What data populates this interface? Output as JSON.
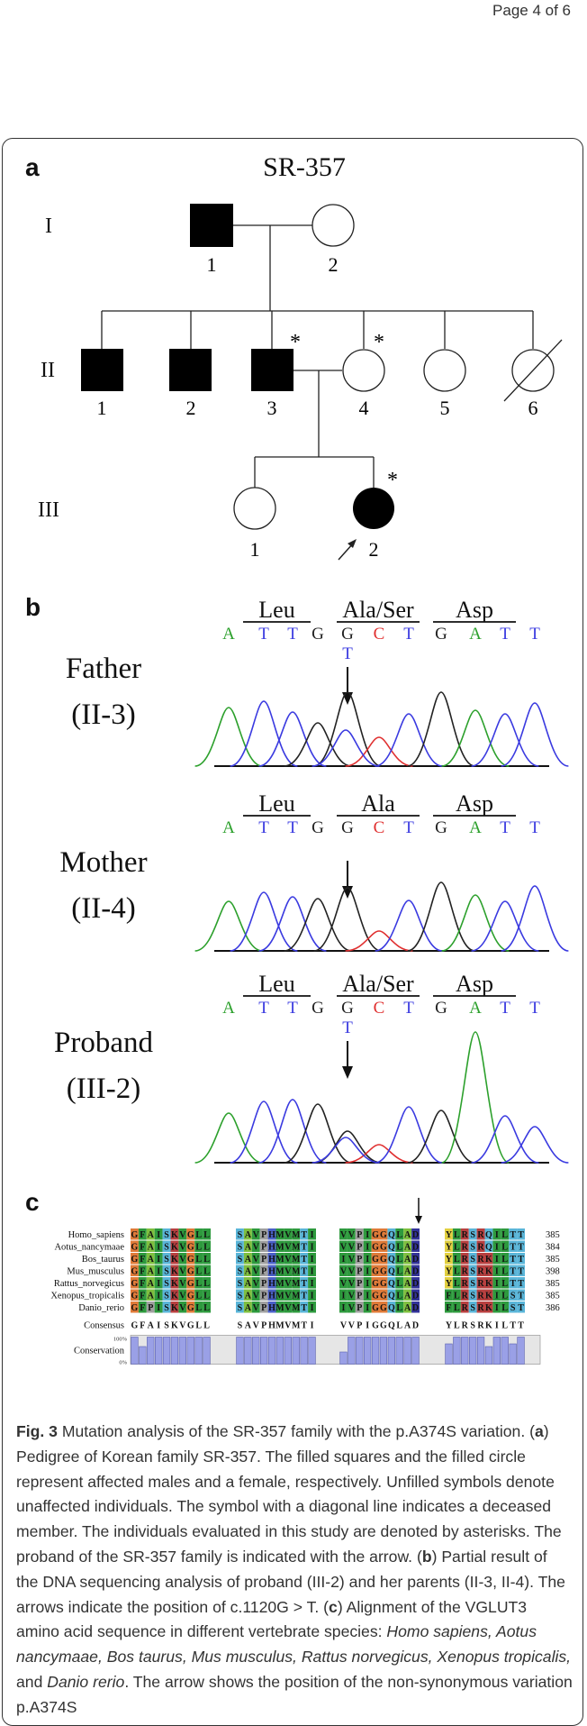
{
  "page_label": "Page 4 of 6",
  "panels": {
    "a": "a",
    "b": "b",
    "c": "c"
  },
  "pedigree": {
    "title": "SR-357",
    "gen_labels": [
      "I",
      "II",
      "III"
    ],
    "gen1": [
      "1",
      "2"
    ],
    "gen2": [
      "1",
      "2",
      "3",
      "4",
      "5",
      "6"
    ],
    "gen3": [
      "1",
      "2"
    ],
    "asterisk": "*"
  },
  "sequencing": {
    "traces": [
      {
        "name_line1": "Father",
        "name_line2": "(II-3)",
        "codons": [
          "Leu",
          "Ala/Ser",
          "Asp"
        ],
        "bases": [
          "A",
          "T",
          "T",
          "G",
          "G",
          "C",
          "T",
          "G",
          "A",
          "T",
          "T"
        ],
        "variant_base": "T"
      },
      {
        "name_line1": "Mother",
        "name_line2": "(II-4)",
        "codons": [
          "Leu",
          "Ala",
          "Asp"
        ],
        "bases": [
          "A",
          "T",
          "T",
          "G",
          "G",
          "C",
          "T",
          "G",
          "A",
          "T",
          "T"
        ],
        "variant_base": ""
      },
      {
        "name_line1": "Proband",
        "name_line2": "(III-2)",
        "codons": [
          "Leu",
          "Ala/Ser",
          "Asp"
        ],
        "bases": [
          "A",
          "T",
          "T",
          "G",
          "G",
          "C",
          "T",
          "G",
          "A",
          "T",
          "T"
        ],
        "variant_base": "T"
      }
    ],
    "base_colors": {
      "A": "#2ca02c",
      "T": "#3a3ae0",
      "G": "#222222",
      "C": "#e03030"
    }
  },
  "alignment": {
    "species": [
      "Homo_sapiens",
      "Aotus_nancymaae",
      "Bos_taurus",
      "Mus_musculus",
      "Rattus_norvegicus",
      "Xenopus_tropicalis",
      "Danio_rerio"
    ],
    "blocks": [
      [
        "GFAISKVGLL",
        "GFAISKVGLL",
        "GFAISKVGLL",
        "GFAISKVGLL",
        "GFAISKVGLL",
        "GFAISKVGLL",
        "GFPISKVGLL"
      ],
      [
        "SAVPHMVMTI",
        "SAVPHMVMTI",
        "SAVPHMVMTI",
        "SAVPHMVMTI",
        "SAVPHMVMTI",
        "SAVPHMVMTI",
        "SAVPHMVMTI"
      ],
      [
        "VVPIGGQLAD",
        "VVPIGGQLAD",
        "IVPIGGQLAD",
        "VVPIGGQLAD",
        "VVPIGGQLAD",
        "IVPIGGQLAD",
        "IVPIGGQLAD"
      ],
      [
        "YLRSRQILTT",
        "YLRSRQILTT",
        "YLRSRKILTT",
        "YLRSRKILTT",
        "YLRSRKILTT",
        "FLRSRKILST",
        "FLRSRKILST"
      ]
    ],
    "numbers": [
      "385",
      "384",
      "385",
      "398",
      "385",
      "385",
      "386"
    ],
    "consensus_label": "Consensus",
    "consensus": [
      "GFAISKVGLL",
      "SAVPHMVMTI",
      "VVPIGGQLAD",
      "YLRSRKILTT"
    ],
    "conservation_label": "Conservation",
    "conservation_max": "100%",
    "conservation_min": "0%",
    "conservation": [
      [
        1.0,
        0.65,
        1.0,
        1.0,
        1.0,
        1.0,
        1.0,
        1.0,
        1.0,
        1.0
      ],
      [
        1.0,
        1.0,
        1.0,
        1.0,
        1.0,
        1.0,
        1.0,
        1.0,
        1.0,
        1.0
      ],
      [
        0.45,
        1.0,
        1.0,
        1.0,
        1.0,
        1.0,
        1.0,
        1.0,
        1.0,
        1.0
      ],
      [
        0.75,
        1.0,
        1.0,
        1.0,
        1.0,
        0.65,
        1.0,
        1.0,
        0.75,
        1.0
      ]
    ],
    "aa_colors": {
      "G": "#e07b39",
      "A": "#7fbf3f",
      "V": "#2e9a3e",
      "L": "#2e9a3e",
      "I": "#2e9a3e",
      "M": "#2e9a3e",
      "F": "#2e9a3e",
      "P": "#a0a0a0",
      "S": "#5ab5d8",
      "T": "#5ab5d8",
      "Q": "#5ab5d8",
      "K": "#b84040",
      "R": "#b84040",
      "H": "#4a60c8",
      "D": "#333399",
      "Y": "#e2d040",
      "E": "#333399"
    }
  },
  "caption": {
    "fig_label": "Fig. 3",
    "t1": " Mutation analysis of the SR-357 family with the p.A374S variation. (",
    "a": "a",
    "t2": ") Pedigree of Korean family SR-357. The filled squares and the filled circle represent affected males and a female, respectively. Unfilled symbols denote unaffected individuals. The symbol with a diagonal line indicates a deceased member. The individuals evaluated in this study are denoted by asterisks. The proband of the SR-357 family is indicated with the arrow. (",
    "b": "b",
    "t3": ") Partial result of the DNA sequencing analysis of proband (III-2) and her parents (II-3, II-4). The arrows indicate the position of c.1120G > T. (",
    "c": "c",
    "t4": ") Alignment of the VGLUT3 amino acid sequence in different vertebrate species: ",
    "species_italic": "Homo sapiens, Aotus nancymaae, Bos taurus, Mus musculus, Rattus norvegicus, Xenopus tropicalis,",
    "t5": " and ",
    "danio": "Danio rerio",
    "t6": ". The arrow shows the position of the non-synonymous variation p.A374S"
  }
}
